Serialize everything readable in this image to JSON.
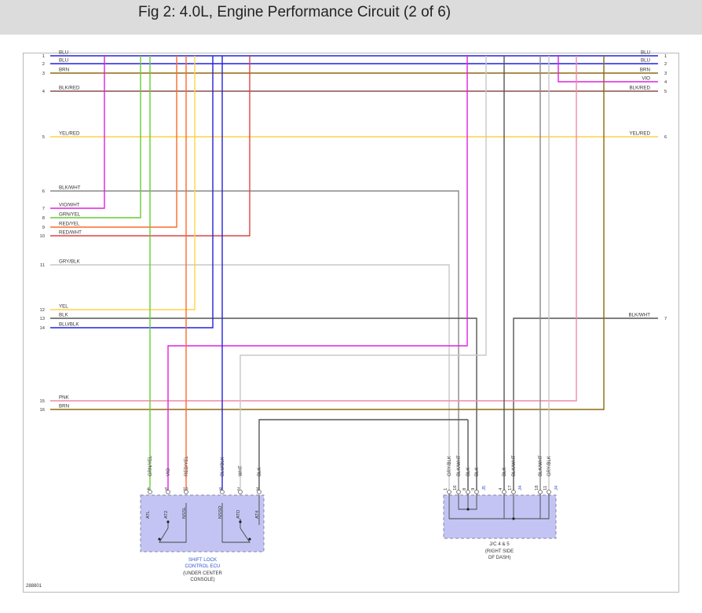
{
  "title": "Fig 2: 4.0L, Engine Performance Circuit (2 of 6)",
  "figure_id": "288801",
  "colors": {
    "blue": "#2222dd",
    "brown": "#8c6a10",
    "black": "#555555",
    "violet": "#e020e0",
    "blkred": "#8a4e4e",
    "yellow": "#ffd24a",
    "gray": "#888888",
    "lightgray": "#c8c8c8",
    "green": "#66cc33",
    "orange": "#ff6a2a",
    "red": "#dd4444",
    "pink": "#f08aa8",
    "component_fill": "#c4c4f4",
    "component_border": "#8888aa"
  },
  "left_wires": [
    {
      "num": "1",
      "label": "BLU"
    },
    {
      "num": "2",
      "label": "BLU"
    },
    {
      "num": "3",
      "label": "BRN"
    },
    {
      "num": "4",
      "label": "BLK/RED"
    },
    {
      "num": "5",
      "label": "YEL/RED"
    },
    {
      "num": "6",
      "label": "BLK/WHT"
    },
    {
      "num": "7",
      "label": "VIO/WHT"
    },
    {
      "num": "8",
      "label": "GRN/YEL"
    },
    {
      "num": "9",
      "label": "RED/YEL"
    },
    {
      "num": "10",
      "label": "RED/WHT"
    },
    {
      "num": "11",
      "label": "GRY/BLK"
    },
    {
      "num": "12",
      "label": "YEL"
    },
    {
      "num": "13",
      "label": "BLK"
    },
    {
      "num": "14",
      "label": "BLU/BLK"
    },
    {
      "num": "15",
      "label": "PNK"
    },
    {
      "num": "16",
      "label": "BRN"
    }
  ],
  "right_wires": [
    {
      "num": "1",
      "label": "BLU"
    },
    {
      "num": "2",
      "label": "BLU"
    },
    {
      "num": "3",
      "label": "BRN"
    },
    {
      "num": "4",
      "label": "VIO"
    },
    {
      "num": "5",
      "label": "BLK/RED"
    },
    {
      "num": "6",
      "label": "YEL/RED"
    },
    {
      "num": "7",
      "label": "BLK/WHT"
    }
  ],
  "shift_lock": {
    "pins": [
      {
        "pin": "4",
        "wire": "GRN/YEL",
        "term": "ATL"
      },
      {
        "pin": "5",
        "wire": "VIO",
        "term": "AT2"
      },
      {
        "pin": "10",
        "wire": "RED/YEL",
        "term": "NSSL"
      },
      {
        "pin": "9",
        "wire": "BLU/BLK",
        "term": "NSSO"
      },
      {
        "pin": "2",
        "wire": "WHT",
        "term": "ATD"
      },
      {
        "pin": "3",
        "wire": "BLK",
        "term": "AT4"
      }
    ],
    "label": [
      "SHIFT LOCK",
      "CONTROL ECU"
    ],
    "location": [
      "(UNDER CENTER",
      "CONSOLE)"
    ]
  },
  "jc": {
    "pins": [
      {
        "pin": "1",
        "wire": "GRY/BLK"
      },
      {
        "pin": "16",
        "wire": "BLK/WHT"
      },
      {
        "pin": "8",
        "wire": "BLK"
      },
      {
        "pin": "9",
        "wire": "BLK"
      },
      {
        "pin": "4",
        "wire": "BLK"
      },
      {
        "pin": "17",
        "wire": "BLK/WHT"
      },
      {
        "pin": "18",
        "wire": "BLK/WHT"
      },
      {
        "pin": "11",
        "wire": "GRY/BLK"
      }
    ],
    "connector_ids": [
      "J5",
      "J4",
      "J4"
    ],
    "label": [
      "J/C 4 & 5",
      "(RIGHT SIDE",
      "OF DASH)"
    ]
  }
}
